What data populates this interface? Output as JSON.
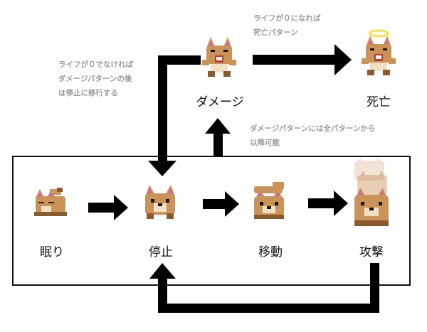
{
  "states": {
    "sleep": "眠り",
    "idle": "停止",
    "move": "移動",
    "attack": "攻撃",
    "damage": "ダメージ",
    "death": "死亡"
  },
  "notes": {
    "to_death": [
      "ライフが０になれば",
      "死亡パターン"
    ],
    "back_to_idle": [
      "ライフが０でなければ",
      "ダメージパターンの後",
      "は停止に移行する"
    ],
    "damage_from_any": [
      "ダメージパターンには全パターンから",
      "以降可能"
    ]
  },
  "colors": {
    "arrow": "#000000",
    "fur": "#c9935a",
    "fur_dark": "#8a5a2b",
    "inner_ear": "#d85fb0",
    "halo": "#f3e24a",
    "note_text": "#9a9a9a"
  }
}
